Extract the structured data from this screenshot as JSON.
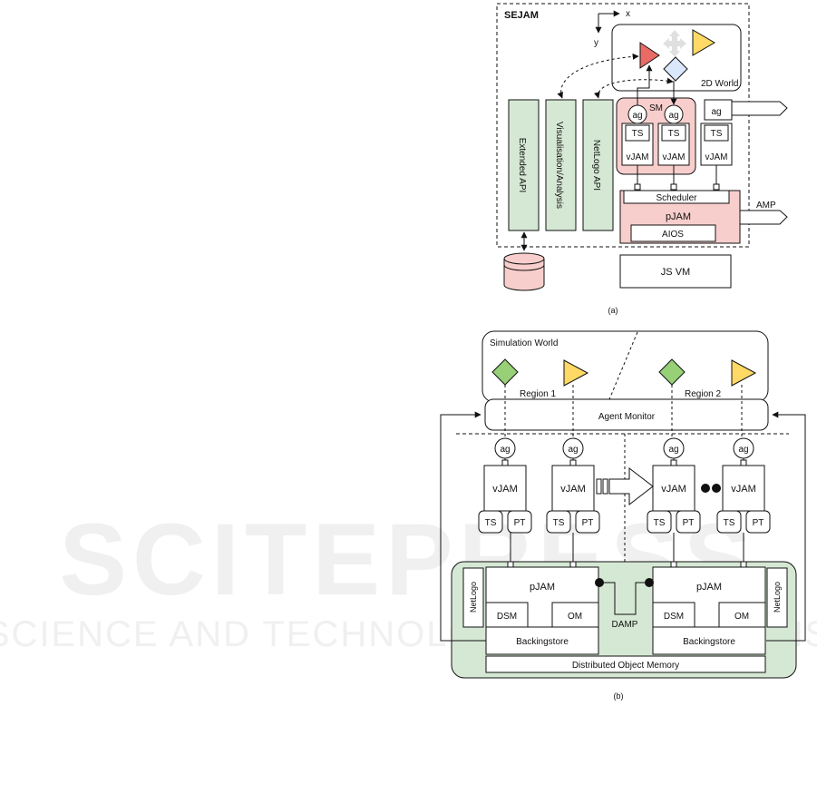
{
  "fig_a": {
    "caption": "(a)",
    "sejam_label": "SEJAM",
    "axis_x": "x",
    "axis_y": "y",
    "world_label": "2D World",
    "sm_label": "SM",
    "ag": "ag",
    "ts": "TS",
    "vjam": "vJAM",
    "scheduler": "Scheduler",
    "pjam": "pJAM",
    "aios": "AIOS",
    "amp": "AMP",
    "js_vm": "JS VM",
    "extended_api": "Extended API",
    "visualisation": "Visualisation/Analysis",
    "netlogo_api": "NetLogo API"
  },
  "fig_b": {
    "caption": "(b)",
    "sim_world": "Simulation World",
    "region1": "Region 1",
    "region2": "Region 2",
    "agent_monitor": "Agent Monitor",
    "ag": "ag",
    "vjam": "vJAM",
    "ts": "TS",
    "pt": "PT",
    "pjam": "pJAM",
    "dsm": "DSM",
    "om": "OM",
    "backingstore": "Backingstore",
    "netlogo": "NetLogo",
    "damp": "DAMP",
    "dom": "Distributed Object Memory"
  },
  "colors": {
    "green": "#d5e8d4",
    "pink": "#f8cecc",
    "red_triangle": "#ea6b66",
    "yellow": "#ffd966",
    "blue": "#dae8fc",
    "green_diamond": "#97d077",
    "watermark": "#e6e6e6"
  },
  "watermark": {
    "main": "SCITEPRESS",
    "sub": "SCIENCE AND TECHNOLOGY PUBLICATIONS"
  }
}
